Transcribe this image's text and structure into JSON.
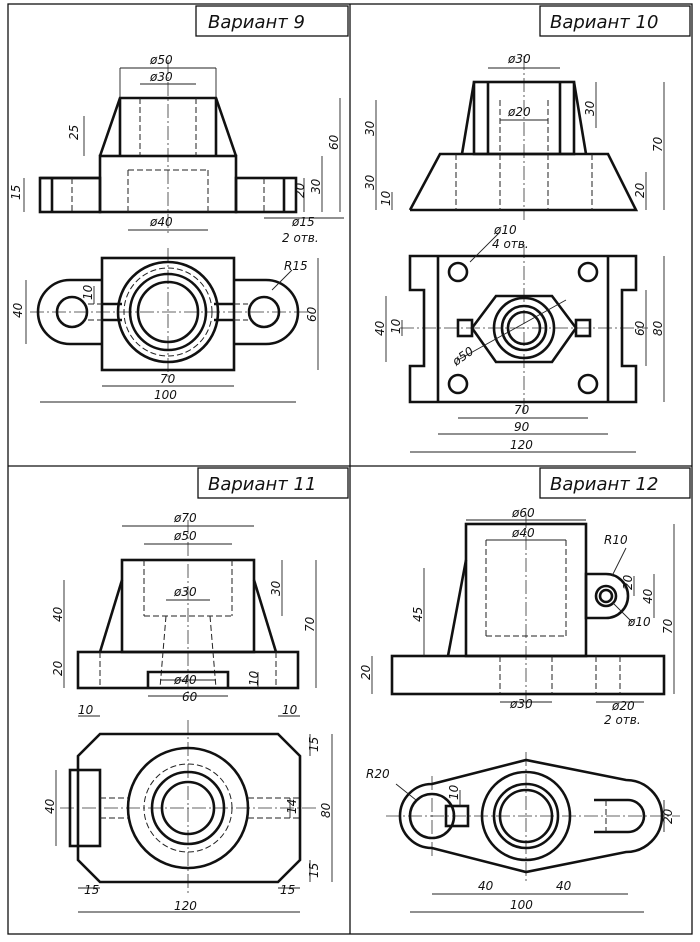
{
  "variants": [
    {
      "title": "Вариант 9",
      "dims": {
        "d50": "ø50",
        "d30": "ø30",
        "d40": "ø40",
        "d15": "ø15",
        "holes": "2 отв.",
        "h25": "25",
        "h15": "15",
        "h60": "60",
        "h30": "30",
        "h20": "20",
        "r15": "R15",
        "v40": "40",
        "v10": "10",
        "v60": "60",
        "w70": "70",
        "w100": "100"
      }
    },
    {
      "title": "Вариант 10",
      "dims": {
        "d30": "ø30",
        "d20": "ø20",
        "h30top": "30",
        "h30a": "30",
        "h70": "70",
        "h30b": "30",
        "h10": "10",
        "h20": "20",
        "d10": "ø10",
        "holes": "4 отв.",
        "d50": "ø50",
        "v40": "40",
        "v10": "10",
        "v60": "60",
        "v80": "80",
        "w70": "70",
        "w90": "90",
        "w120": "120"
      }
    },
    {
      "title": "Вариант 11",
      "dims": {
        "d70": "ø70",
        "d50": "ø50",
        "d30": "ø30",
        "d40": "ø40",
        "w60": "60",
        "h40": "40",
        "h20": "20",
        "h30": "30",
        "h70": "70",
        "h10": "10",
        "t10a": "10",
        "t10b": "10",
        "s15a": "15",
        "v40": "40",
        "v14": "14",
        "v80": "80",
        "s15b": "15",
        "b15a": "15",
        "b15b": "15",
        "w120": "120"
      }
    },
    {
      "title": "Вариант 12",
      "dims": {
        "d60": "ø60",
        "d40": "ø40",
        "r10": "R10",
        "h20a": "20",
        "h40": "40",
        "d10": "ø10",
        "h45": "45",
        "h70": "70",
        "h20": "20",
        "d30": "ø30",
        "d20": "ø20",
        "holes": "2 отв.",
        "r20": "R20",
        "v10": "10",
        "v20": "20",
        "w40a": "40",
        "w40b": "40",
        "w100": "100"
      }
    }
  ]
}
